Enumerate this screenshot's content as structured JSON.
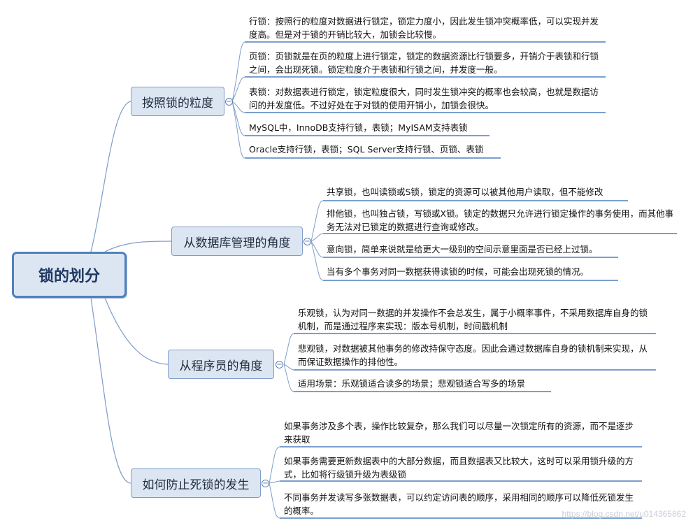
{
  "root": {
    "label": "锁的划分"
  },
  "branches": [
    {
      "label": "按照锁的粒度",
      "leaves": [
        "行锁：按照行的粒度对数据进行锁定，锁定力度小，因此发生锁冲突概率低，可以实现并发度高。但是对于锁的开销比较大，加锁会比较慢。",
        "页锁：页锁就是在页的粒度上进行锁定，锁定的数据资源比行锁要多，开销介于表锁和行锁之间，会出现死锁。锁定粒度介于表锁和行锁之间，并发度一般。",
        "表锁：对数据表进行锁定，锁定粒度很大，同时发生锁冲突的概率也会较高，也就是数据访问的并发度低。不过好处在于对锁的使用开销小，加锁会很快。",
        "MySQL中，InnoDB支持行锁，表锁；MyISAM支持表锁",
        "Oracle支持行锁，表锁；SQL Server支持行锁、页锁、表锁"
      ]
    },
    {
      "label": "从数据库管理的角度",
      "leaves": [
        "共享锁，也叫读锁或S锁，锁定的资源可以被其他用户读取，但不能修改",
        "排他锁，也叫独占锁，写锁或X锁。锁定的数据只允许进行锁定操作的事务使用，而其他事务无法对已锁定的数据进行查询或修改。",
        "意向锁，简单来说就是给更大一级别的空间示意里面是否已经上过锁。",
        "当有多个事务对同一数据获得读锁的时候，可能会出现死锁的情况。"
      ]
    },
    {
      "label": "从程序员的角度",
      "leaves": [
        "乐观锁，认为对同一数据的并发操作不会总发生，属于小概率事件，不采用数据库自身的锁机制，而是通过程序来实现：版本号机制，时间戳机制",
        "悲观锁，对数据被其他事务的修改持保守态度。因此会通过数据库自身的锁机制来实现，从而保证数据操作的排他性。",
        "适用场景：乐观锁适合读多的场景；悲观锁适合写多的场景"
      ]
    },
    {
      "label": "如何防止死锁的发生",
      "leaves": [
        "如果事务涉及多个表，操作比较复杂，那么我们可以尽量一次锁定所有的资源，而不是逐步来获取",
        "如果事务需要更新数据表中的大部分数据，而且数据表又比较大，这时可以采用锁升级的方式，比如将行级锁升级为表级锁",
        "不同事务并发读写多张数据表，可以约定访问表的顺序，采用相同的顺序可以降低死锁发生的概率。"
      ]
    }
  ],
  "collapse_symbol": "−",
  "watermark": "https://blog.csdn.net/u014365862",
  "colors": {
    "line": "#4f81bd",
    "node_fill": "#dce6f2",
    "root_border": "#4f81bd"
  }
}
